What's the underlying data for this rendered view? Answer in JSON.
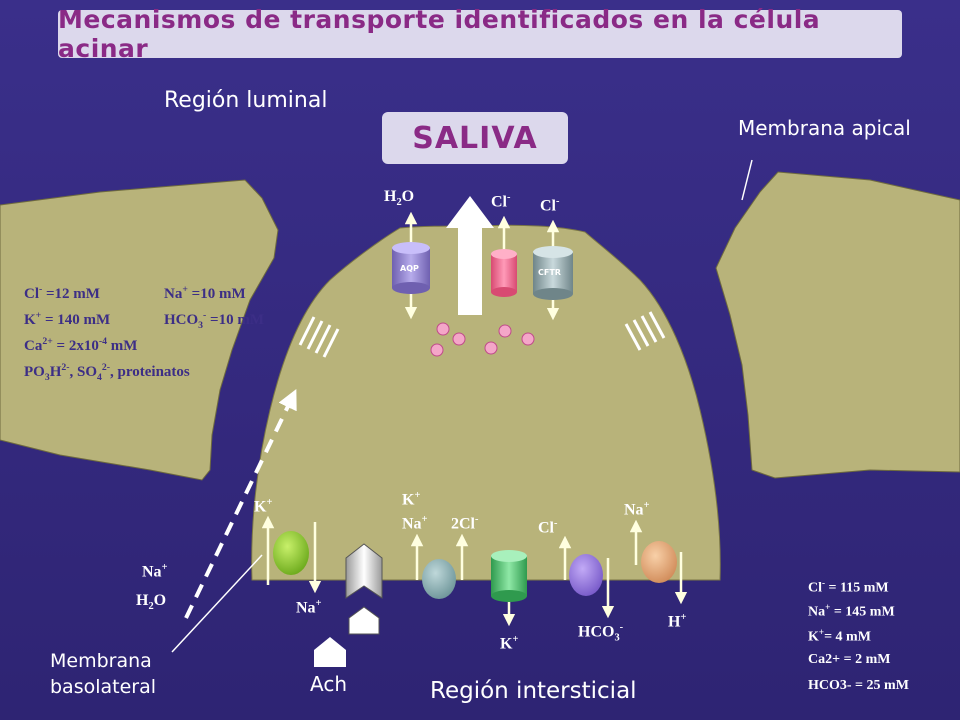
{
  "title": "Mecanismos de transporte identificados en la célula acinar",
  "saliva": "SALIVA",
  "labels": {
    "region_luminal": "Región luminal",
    "membrana_apical": "Membrana apical",
    "membrana_basolateral_1": "Membrana",
    "membrana_basolateral_2": "basolateral",
    "region_intersticial": "Región intersticial",
    "ach": "Ach"
  },
  "channels": {
    "aqp": "AQP",
    "cftr": "CFTR"
  },
  "ions": {
    "h2o_top_main": "H",
    "h2o_top_sub": "2",
    "h2o_top_end": "O",
    "cl_top1": "Cl",
    "cl_top2": "Cl",
    "minus": "-",
    "plus": "+",
    "k_left": "K",
    "na_left_out": "Na",
    "k_cotrans": "K",
    "na_cotrans": "Na",
    "two_cl": "2Cl",
    "cl_bottom": "Cl",
    "na_right": "Na",
    "na_bl": "Na",
    "h2o_bl_main": "H",
    "h2o_bl_sub": "2",
    "h2o_bl_end": "O",
    "k_bottom": "K",
    "hco3_bottom": "HCO",
    "hco3_sub": "3",
    "h_bottom": "H"
  },
  "luminal_conc": {
    "cl": "Cl",
    "cl_val": " =12 mM",
    "na": "Na",
    "na_val": " =10 mM",
    "k": "K",
    "k_val": " = 140 mM",
    "hco3": "HCO",
    "hco3_val": " =10 mM",
    "ca": "Ca",
    "ca_sup": "2+",
    "ca_val": " = 2x10",
    "ca_exp": "-4",
    "ca_unit": " mM",
    "po": "PO",
    "po_sub": "3",
    "po_h": "H",
    "po_sup": "2-",
    "so": ", SO",
    "so_sub": "4",
    "so_sup": "2-",
    "prot": ", proteinatos"
  },
  "interstitial_conc": {
    "cl": "Cl",
    "cl_val": " = 115 mM",
    "na": "Na",
    "na_val": " = 145 mM",
    "k": "K",
    "k_val": "= 4 mM",
    "ca": "Ca2+ = 2 mM",
    "hco3": "HCO3- = 25 mM"
  },
  "colors": {
    "background": "#342a80",
    "cell": "#b8b37a",
    "title_box": "#dcd8ec",
    "title_text": "#8a2a86",
    "aqp": "#8e7fc9",
    "cl_channel": "#f06b8e",
    "cftr": "#9aacb0",
    "pump_green": "#8fcf2a",
    "cotransporter": "#88b0b4",
    "exchanger_purple": "#9878e0",
    "exchanger_orange": "#e8a878",
    "cl_k_channel": "#4fc06e"
  }
}
